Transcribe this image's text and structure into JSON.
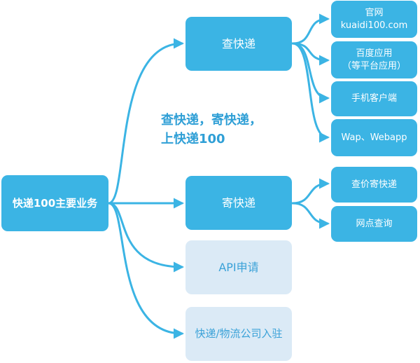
{
  "root": "快递100主要业务",
  "slogan": {
    "line1": "查快递，寄快递，",
    "line2": "上快递100"
  },
  "branches": {
    "query": {
      "label": "查快递",
      "children": [
        {
          "line1": "官网",
          "line2": "kuaidi100.com"
        },
        {
          "line1": "百度应用",
          "line2": "（等平台应用）"
        },
        {
          "line1": "手机客户端"
        },
        {
          "line1": "Wap、Webapp"
        }
      ]
    },
    "send": {
      "label": "寄快递",
      "children": [
        {
          "line1": "查价寄快递"
        },
        {
          "line1": "网点查询"
        }
      ]
    },
    "api": {
      "label": "API申请"
    },
    "join": {
      "label": "快递/物流公司入驻"
    }
  },
  "colors": {
    "primary": "#3bb4e4",
    "light": "#dbeaf6",
    "line": "#3bb4e4",
    "slogan": "#2f9fd6"
  }
}
